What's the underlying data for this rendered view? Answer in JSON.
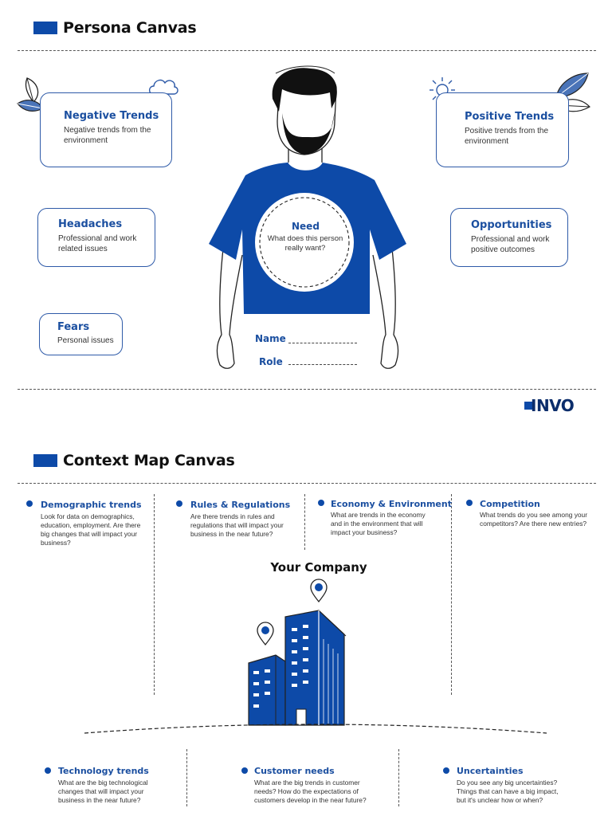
{
  "persona": {
    "title": "Persona Canvas",
    "negative_trends": {
      "title": "Negative Trends",
      "desc": "Negative trends from the environment"
    },
    "positive_trends": {
      "title": "Positive Trends",
      "desc": "Positive trends from the environment"
    },
    "headaches": {
      "title": "Headaches",
      "desc": "Professional and work related issues"
    },
    "opportunities": {
      "title": "Opportunities",
      "desc": "Professional and work positive outcomes"
    },
    "fears": {
      "title": "Fears",
      "desc": "Personal issues"
    },
    "need": {
      "title": "Need",
      "desc": "What does this person really want?"
    },
    "name_label": "Name",
    "role_label": "Role"
  },
  "logo": {
    "text": "INVO"
  },
  "context": {
    "title": "Context Map Canvas",
    "company": "Your Company",
    "items": [
      {
        "title": "Demographic trends",
        "desc": "Look for data on demographics, education, employment. Are there big changes that will impact your business?"
      },
      {
        "title": "Rules & Regulations",
        "desc": "Are there trends in rules and regulations that will impact your business in the near future?"
      },
      {
        "title": "Economy & Environment",
        "desc": "What are trends in the economy and in the environment that will impact your business?"
      },
      {
        "title": "Competition",
        "desc": "What trends do you see among your competitors? Are there new entries?"
      },
      {
        "title": "Technology trends",
        "desc": "What are the big technological changes that will impact your business in the near future?"
      },
      {
        "title": "Customer needs",
        "desc": "What are the big trends in customer needs? How do the expectations of customers develop in the near future?"
      },
      {
        "title": "Uncertainties",
        "desc": "Do you see any big uncertainties? Things that can have a big impact, but it's unclear how or when?"
      }
    ]
  },
  "colors": {
    "brand": "#0d4aa8",
    "title_blue": "#1b4fa0"
  },
  "icons": [
    "leaf-icon",
    "cloud-lightning-icon",
    "sun-icon",
    "leaf-icon",
    "location-pin-icon",
    "building-icon",
    "person-illustration"
  ]
}
